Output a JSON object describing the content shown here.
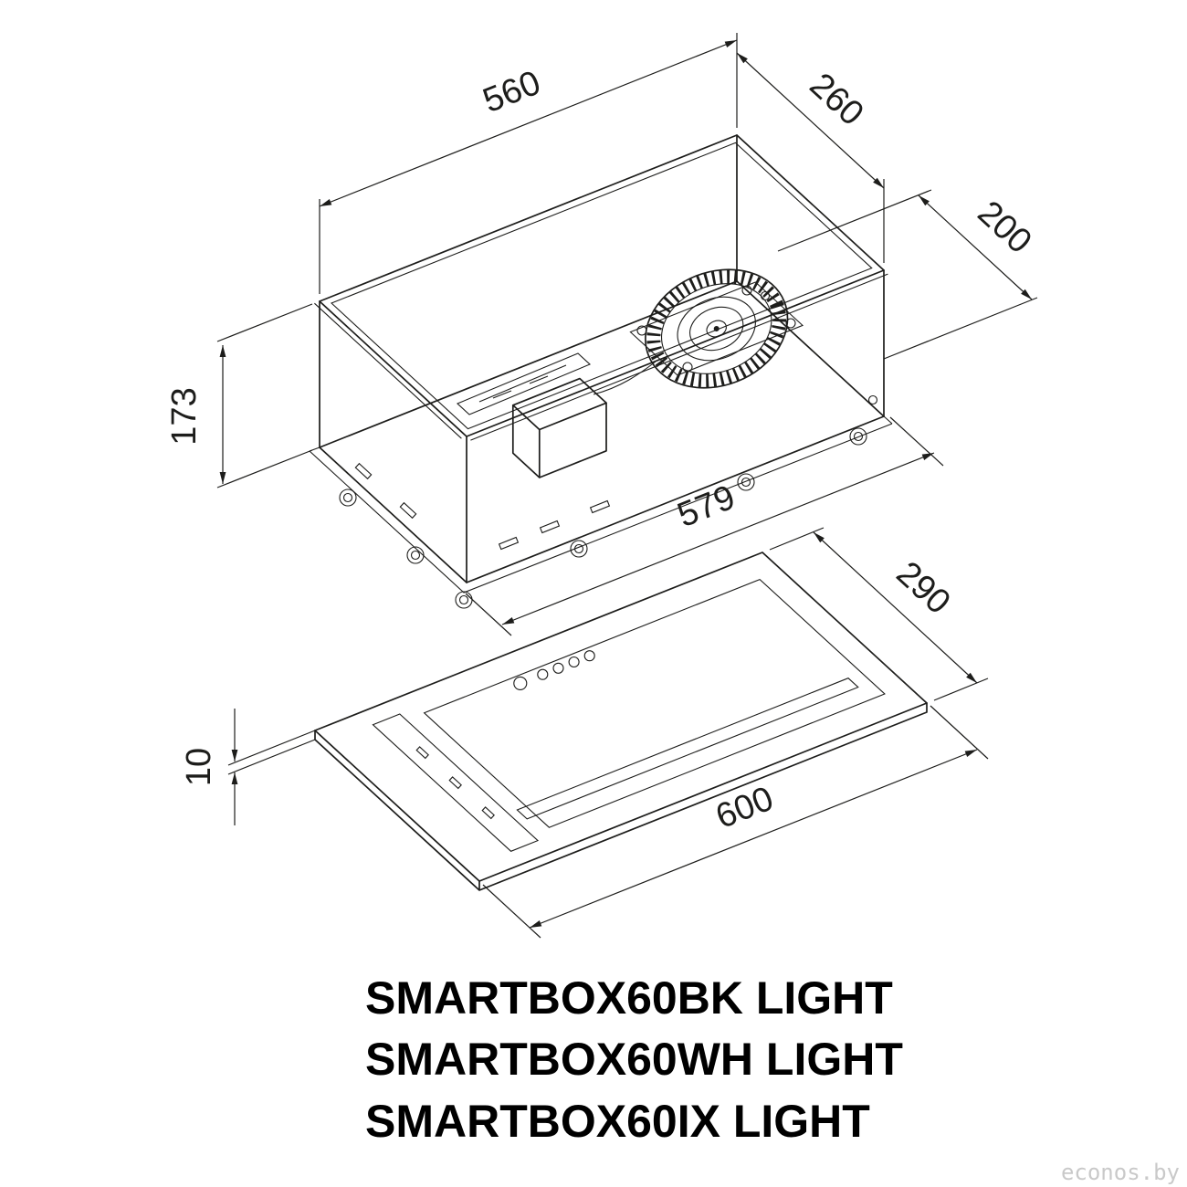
{
  "diagram": {
    "models": [
      "SMARTBOX60BK LIGHT",
      "SMARTBOX60WH LIGHT",
      "SMARTBOX60IX LIGHT"
    ],
    "dimensions": {
      "width_top": "560",
      "depth_top": "260",
      "depth_right": "200",
      "height_left": "173",
      "width_cutout": "579",
      "depth_panel": "290",
      "thickness_panel": "10",
      "width_panel": "600"
    },
    "watermark": "econos.by",
    "colors": {
      "line": "#1d1d1b",
      "background": "#ffffff",
      "watermark": "#c9c9c9"
    }
  }
}
